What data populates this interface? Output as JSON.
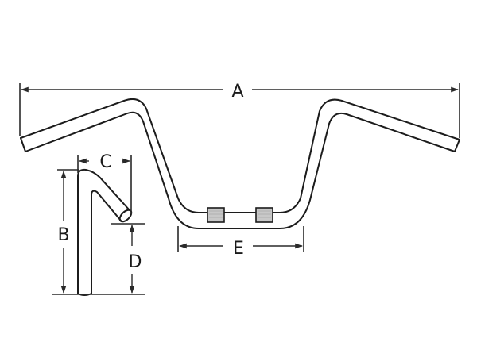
{
  "diagram": {
    "subject": "Motorcycle handlebar dimension drawing",
    "views": [
      "front view",
      "side profile view"
    ],
    "dimensions": {
      "A": {
        "label": "A",
        "meaning": "overall width"
      },
      "B": {
        "label": "B",
        "meaning": "total rise height"
      },
      "C": {
        "label": "C",
        "meaning": "pullback"
      },
      "D": {
        "label": "D",
        "meaning": "end height"
      },
      "E": {
        "label": "E",
        "meaning": "center width"
      }
    },
    "colors": {
      "line": "#1c1c1c",
      "knurl_fill": "#c8c8c8",
      "background": "#ffffff"
    }
  }
}
